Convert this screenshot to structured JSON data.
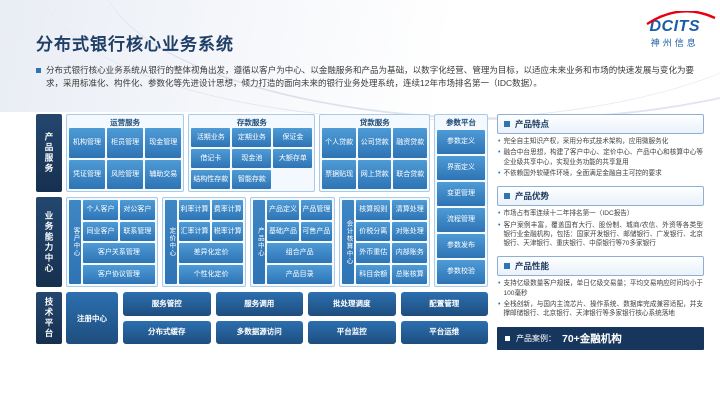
{
  "brand": {
    "name": "DCITS",
    "subtitle": "神州信息"
  },
  "header": {
    "title": "分布式银行核心业务系统",
    "intro": "分布式银行核心业务系统从银行的整体视角出发，遵循以客户为中心、以金融服务和产品为基础，以数字化经营、管理为目标，以适应未来业务和市场的快速发展与变化为要求，采用标准化、构件化、参数化等先进设计思想，倾力打造的面向未来的银行业务处理系统，连续12年市场排名第一（IDC数据）。"
  },
  "diagram": {
    "layers": [
      {
        "label": "产品服务"
      },
      {
        "label": "业务能力中心"
      },
      {
        "label": "技术平台"
      }
    ],
    "row1": {
      "groups": [
        {
          "title": "运营服务",
          "items": [
            "机构管理",
            "柜员管理",
            "现金管理",
            "凭证管理",
            "风险管理",
            "辅助交易"
          ]
        },
        {
          "title": "存款服务",
          "items": [
            "活期业务",
            "定期业务",
            "保证金",
            "借记卡",
            "现金池",
            "大额存单",
            "结构性存款",
            "智能存款"
          ]
        },
        {
          "title": "贷款服务",
          "items": [
            "个人贷款",
            "公司贷款",
            "融资贷款",
            "票据贴现",
            "网上贷款",
            "联合贷款"
          ]
        }
      ]
    },
    "param": {
      "title": "参数平台",
      "items": [
        "参数定义",
        "界面定义",
        "变更管理",
        "流程管理",
        "参数发布",
        "参数校验"
      ]
    },
    "row2": {
      "groups": [
        {
          "label": "客户中心",
          "items": [
            "个人客户",
            "对公客户",
            "同业客户",
            "联系管理",
            "客户关系管理",
            "客户协议管理"
          ]
        },
        {
          "label": "定价中心",
          "items": [
            "利率计算",
            "费率计算",
            "汇率计算",
            "税率计算",
            "差异化定价",
            "个性化定价"
          ]
        },
        {
          "label": "产品中心",
          "items": [
            "产品定义",
            "产品管理",
            "基础产品",
            "可售产品",
            "组合产品",
            "产品目录"
          ]
        },
        {
          "label": "会计核算中心",
          "items": [
            "核算规则",
            "清算处理",
            "价税分离",
            "对账处理",
            "外币重估",
            "内部账务",
            "科目余额",
            "总账核算"
          ]
        }
      ]
    },
    "row3": {
      "registry": "注册中心",
      "items": [
        "服务管控",
        "服务调用",
        "批处理调度",
        "配置管理",
        "分布式缓存",
        "多数据源访问",
        "平台监控",
        "平台运维"
      ]
    }
  },
  "panel": {
    "sections": [
      {
        "title": "产品特点",
        "bullets": [
          "完全自主知识产权，采用分布式技术架构，应用微服务化",
          "融合中台思想，构建了客户中心、定价中心、产品中心和核算中心等企业级共享中心，实现业务功能的共享复用",
          "不依赖国外软硬件环境，全面满足金融自主可控的要求"
        ]
      },
      {
        "title": "产品优势",
        "bullets": [
          "市场占有率连续十二年排名第一（IDC报告）",
          "客户案例丰富，覆盖国有大行、股份制、城商/农信、外资等各类型银行业金融机构，包括：国家开发银行、邮储银行、广发银行、北京银行、天津银行、重庆银行、中原银行等70多家银行"
        ]
      },
      {
        "title": "产品性能",
        "bullets": [
          "支持亿级数量客户规模，单日亿级交易量；平均交易响应时间均小于100毫秒",
          "全栈创新，与国内主流芯片、操作系统、数据库完成兼容适配，并支撑邮储银行、北京银行、天津银行等多家银行核心系统落地"
        ]
      }
    ],
    "case": {
      "label": "产品案例：",
      "value": "70+金融机构"
    }
  }
}
